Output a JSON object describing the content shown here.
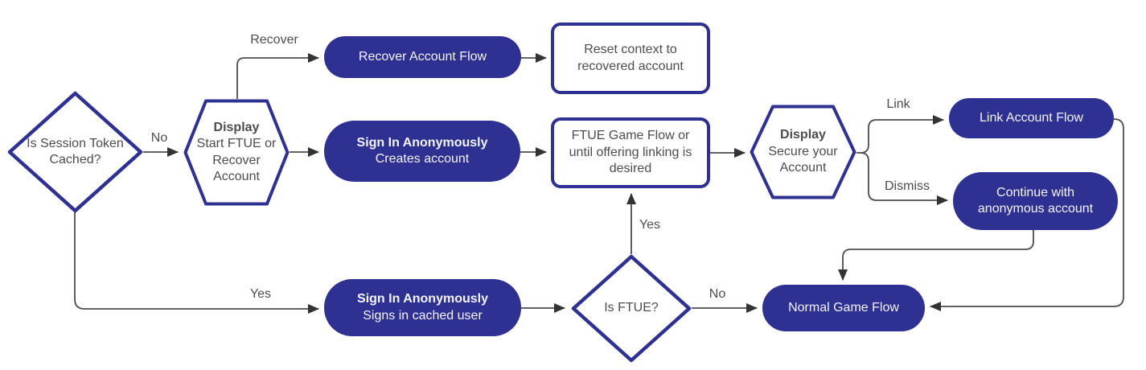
{
  "colors": {
    "node_fill": "#2e3192",
    "node_border": "#2e3192",
    "node_text_light": "#ffffff",
    "node_text_dark": "#4d4d4d",
    "connector_line": "#4d4d4d",
    "arrowhead": "#333333",
    "background": "#ffffff"
  },
  "nodes": {
    "session_check": {
      "shape": "decision",
      "label": "Is Session Token Cached?"
    },
    "display_start": {
      "shape": "hexagon",
      "title": "Display",
      "body": "Start FTUE or Recover Account"
    },
    "recover_flow": {
      "shape": "terminator",
      "label": "Recover Account Flow"
    },
    "reset_context": {
      "shape": "process",
      "label": "Reset context to recovered account"
    },
    "signin_creates": {
      "shape": "terminator",
      "title": "Sign In Anonymously",
      "body": "Creates account"
    },
    "ftue_game": {
      "shape": "process",
      "label": "FTUE Game Flow or until offering linking is desired"
    },
    "display_secure": {
      "shape": "hexagon",
      "title": "Display",
      "body": "Secure your Account"
    },
    "link_flow": {
      "shape": "terminator",
      "label": "Link Account Flow"
    },
    "continue_anon": {
      "shape": "terminator",
      "label": "Continue with anonymous account"
    },
    "signin_cached": {
      "shape": "terminator",
      "title": "Sign In Anonymously",
      "body": "Signs in cached user"
    },
    "ftue_check": {
      "shape": "decision",
      "label": "Is FTUE?"
    },
    "normal_game": {
      "shape": "terminator",
      "label": "Normal Game Flow"
    }
  },
  "edge_labels": {
    "no_session": "No",
    "recover": "Recover",
    "yes_session": "Yes",
    "yes_ftue": "Yes",
    "no_ftue": "No",
    "link": "Link",
    "dismiss": "Dismiss"
  },
  "edges": [
    {
      "from": "session_check",
      "to": "display_start",
      "label": "No"
    },
    {
      "from": "display_start",
      "to": "recover_flow",
      "label": "Recover"
    },
    {
      "from": "recover_flow",
      "to": "reset_context",
      "label": ""
    },
    {
      "from": "display_start",
      "to": "signin_creates",
      "label": ""
    },
    {
      "from": "signin_creates",
      "to": "ftue_game",
      "label": ""
    },
    {
      "from": "ftue_game",
      "to": "display_secure",
      "label": ""
    },
    {
      "from": "display_secure",
      "to": "link_flow",
      "label": "Link"
    },
    {
      "from": "display_secure",
      "to": "continue_anon",
      "label": "Dismiss"
    },
    {
      "from": "session_check",
      "to": "signin_cached",
      "label": "Yes"
    },
    {
      "from": "signin_cached",
      "to": "ftue_check",
      "label": ""
    },
    {
      "from": "ftue_check",
      "to": "ftue_game",
      "label": "Yes"
    },
    {
      "from": "ftue_check",
      "to": "normal_game",
      "label": "No"
    },
    {
      "from": "continue_anon",
      "to": "normal_game",
      "label": ""
    },
    {
      "from": "link_flow",
      "to": "normal_game",
      "label": ""
    }
  ]
}
